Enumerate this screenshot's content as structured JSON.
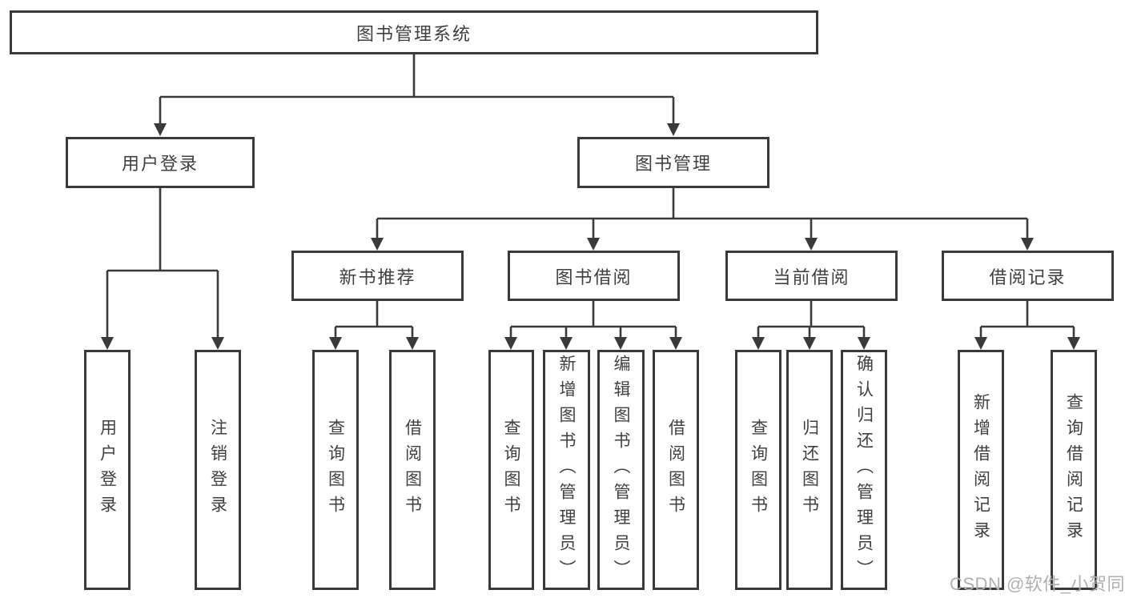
{
  "tree": {
    "root": {
      "label": "图书管理系统"
    },
    "children": [
      {
        "label": "用户登录",
        "children": [
          {
            "label": "用户登录"
          },
          {
            "label": "注销登录"
          }
        ]
      },
      {
        "label": "图书管理",
        "children": [
          {
            "label": "新书推荐",
            "children": [
              {
                "label": "查询图书"
              },
              {
                "label": "借阅图书"
              }
            ]
          },
          {
            "label": "图书借阅",
            "children": [
              {
                "label": "查询图书"
              },
              {
                "label": "新增图书（管理员）"
              },
              {
                "label": "编辑图书（管理员）"
              },
              {
                "label": "借阅图书"
              }
            ]
          },
          {
            "label": "当前借阅",
            "children": [
              {
                "label": "查询图书"
              },
              {
                "label": "归还图书"
              },
              {
                "label": "确认归还（管理员）"
              }
            ]
          },
          {
            "label": "借阅记录",
            "children": [
              {
                "label": "新增借阅记录"
              },
              {
                "label": "查询借阅记录"
              }
            ]
          }
        ]
      }
    ]
  },
  "watermark": "CSDN @软件_小贺同学",
  "colors": {
    "line": "#3a3a3a",
    "box_border": "#3a3a3a",
    "text": "#3f3f3f",
    "watermark": "#b0b0b0",
    "background": "#ffffff"
  }
}
